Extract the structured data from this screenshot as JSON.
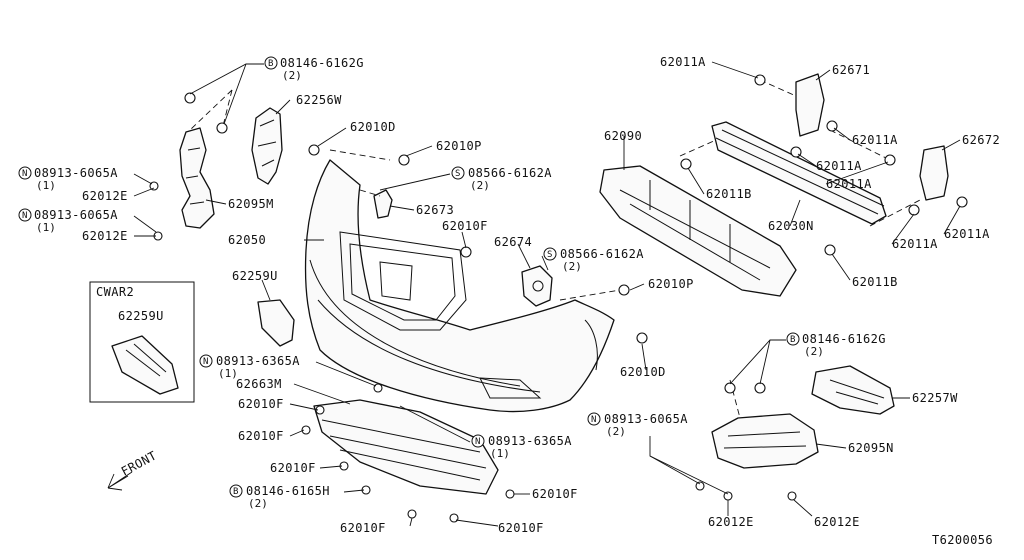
{
  "callouts": [
    {
      "prefix": "B",
      "text": "08146-6162G",
      "qty": "(2)"
    },
    {
      "prefix": "",
      "text": "62256W",
      "qty": ""
    },
    {
      "prefix": "",
      "text": "62010D",
      "qty": ""
    },
    {
      "prefix": "",
      "text": "62010P",
      "qty": ""
    },
    {
      "prefix": "S",
      "text": "08566-6162A",
      "qty": "(2)"
    },
    {
      "prefix": "N",
      "text": "08913-6065A",
      "qty": "(1)"
    },
    {
      "prefix": "",
      "text": "62012E",
      "qty": ""
    },
    {
      "prefix": "",
      "text": "62095M",
      "qty": ""
    },
    {
      "prefix": "N",
      "text": "08913-6065A",
      "qty": "(1)"
    },
    {
      "prefix": "",
      "text": "62012E",
      "qty": ""
    },
    {
      "prefix": "",
      "text": "62673",
      "qty": ""
    },
    {
      "prefix": "",
      "text": "62010F",
      "qty": ""
    },
    {
      "prefix": "",
      "text": "62050",
      "qty": ""
    },
    {
      "prefix": "",
      "text": "62674",
      "qty": ""
    },
    {
      "prefix": "S",
      "text": "08566-6162A",
      "qty": "(2)"
    },
    {
      "prefix": "",
      "text": "62259U",
      "qty": ""
    },
    {
      "prefix": "",
      "text": "62010P",
      "qty": ""
    },
    {
      "prefix": "",
      "text": "62010D",
      "qty": ""
    },
    {
      "prefix": "N",
      "text": "08913-6365A",
      "qty": "(1)"
    },
    {
      "prefix": "",
      "text": "62663M",
      "qty": ""
    },
    {
      "prefix": "",
      "text": "62010F",
      "qty": ""
    },
    {
      "prefix": "",
      "text": "62010F",
      "qty": ""
    },
    {
      "prefix": "N",
      "text": "08913-6365A",
      "qty": "(1)"
    },
    {
      "prefix": "",
      "text": "62010F",
      "qty": ""
    },
    {
      "prefix": "B",
      "text": "08146-6165H",
      "qty": "(2)"
    },
    {
      "prefix": "",
      "text": "62010F",
      "qty": ""
    },
    {
      "prefix": "",
      "text": "62010F",
      "qty": ""
    },
    {
      "prefix": "",
      "text": "62010F",
      "qty": ""
    },
    {
      "prefix": "",
      "text": "62011A",
      "qty": ""
    },
    {
      "prefix": "",
      "text": "62671",
      "qty": ""
    },
    {
      "prefix": "",
      "text": "62011A",
      "qty": ""
    },
    {
      "prefix": "",
      "text": "62672",
      "qty": ""
    },
    {
      "prefix": "",
      "text": "62090",
      "qty": ""
    },
    {
      "prefix": "",
      "text": "62011A",
      "qty": ""
    },
    {
      "prefix": "",
      "text": "62011A",
      "qty": ""
    },
    {
      "prefix": "",
      "text": "62011B",
      "qty": ""
    },
    {
      "prefix": "",
      "text": "62030N",
      "qty": ""
    },
    {
      "prefix": "",
      "text": "62011A",
      "qty": ""
    },
    {
      "prefix": "",
      "text": "62011A",
      "qty": ""
    },
    {
      "prefix": "",
      "text": "62011B",
      "qty": ""
    },
    {
      "prefix": "B",
      "text": "08146-6162G",
      "qty": "(2)"
    },
    {
      "prefix": "",
      "text": "62257W",
      "qty": ""
    },
    {
      "prefix": "N",
      "text": "08913-6065A",
      "qty": "(2)"
    },
    {
      "prefix": "",
      "text": "62095N",
      "qty": ""
    },
    {
      "prefix": "",
      "text": "62012E",
      "qty": ""
    },
    {
      "prefix": "",
      "text": "62012E",
      "qty": ""
    }
  ],
  "inset": {
    "title": "CWAR2",
    "part": "62259U"
  },
  "front_label": "FRONT",
  "diagram_code": "T6200056"
}
